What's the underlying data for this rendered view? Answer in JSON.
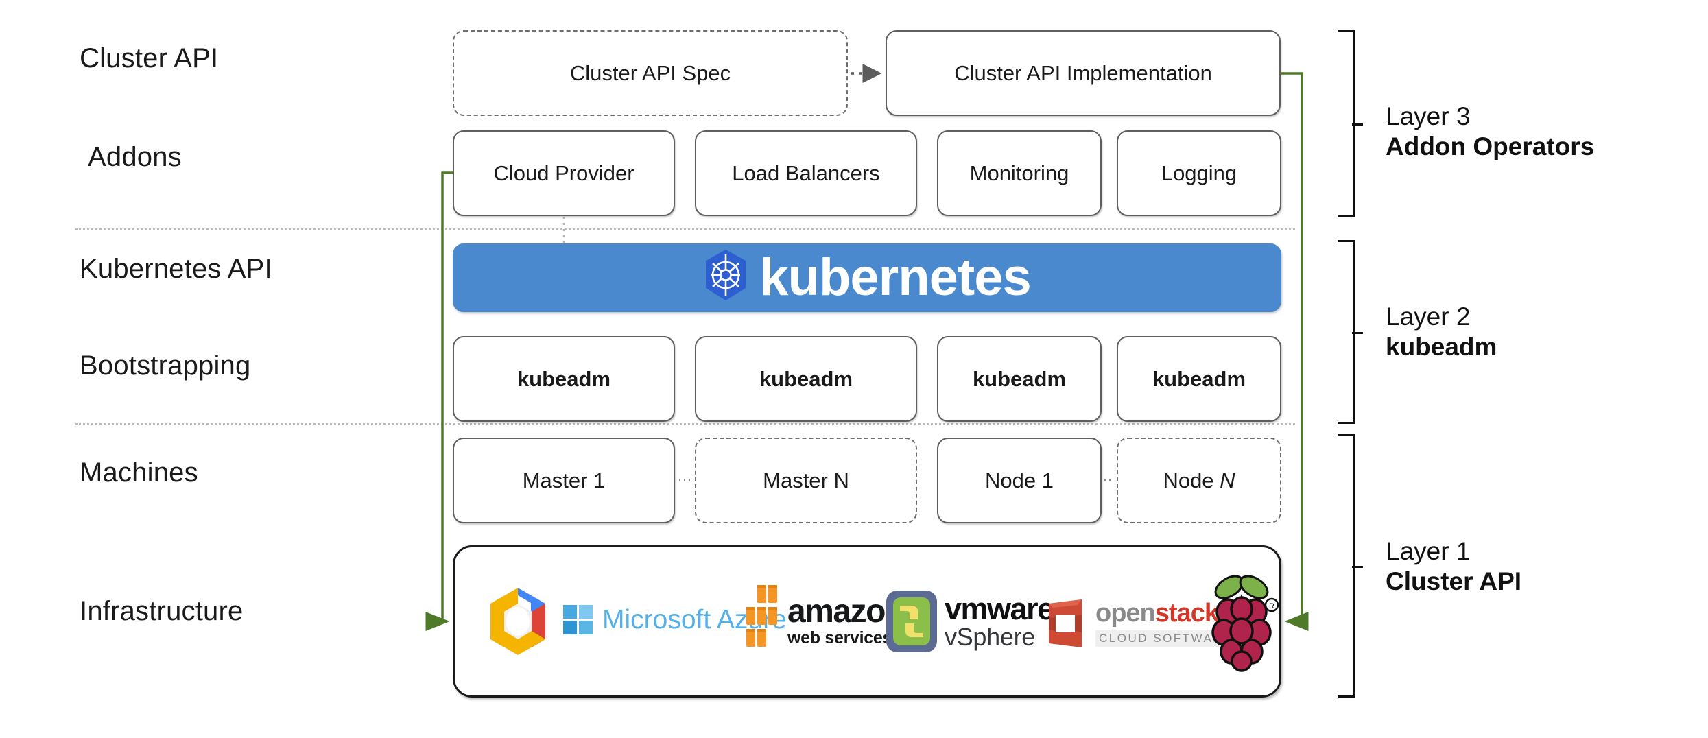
{
  "diagram": {
    "title": "Kubernetes Cluster API layered architecture",
    "accent_green": "#4f7a28",
    "k8s_blue": "#4a89ce",
    "separator_color": "#b9b9b9"
  },
  "row_labels": [
    {
      "id": "cluster-api",
      "text": "Cluster API"
    },
    {
      "id": "addons",
      "text": "Addons"
    },
    {
      "id": "kubernetes-api",
      "text": "Kubernetes API"
    },
    {
      "id": "bootstrapping",
      "text": "Bootstrapping"
    },
    {
      "id": "machines",
      "text": "Machines"
    },
    {
      "id": "infrastructure",
      "text": "Infrastructure"
    }
  ],
  "cluster_api_row": {
    "spec": {
      "label": "Cluster API Spec",
      "style": "dashed"
    },
    "implementation": {
      "label": "Cluster API Implementation",
      "style": "solid"
    },
    "connector": "dotted-arrow-right"
  },
  "addons_row": [
    {
      "label": "Cloud Provider"
    },
    {
      "label": "Load Balancers"
    },
    {
      "label": "Monitoring"
    },
    {
      "label": "Logging"
    }
  ],
  "kubernetes_row": {
    "wordmark": "kubernetes",
    "icon": "kubernetes-helm-wheel-icon"
  },
  "bootstrapping_row": [
    {
      "label": "kubeadm"
    },
    {
      "label": "kubeadm"
    },
    {
      "label": "kubeadm"
    },
    {
      "label": "kubeadm"
    }
  ],
  "machines_row": [
    {
      "label": "Master 1",
      "style": "solid",
      "italic_suffix": false
    },
    {
      "label": "Master N",
      "style": "dashed",
      "italic_suffix": false
    },
    {
      "label": "Node 1",
      "style": "solid",
      "italic_suffix": false
    },
    {
      "label": "Node N",
      "style": "dashed",
      "italic_suffix": true
    }
  ],
  "infrastructure_row": {
    "providers": [
      {
        "name": "google-cloud-platform-logo",
        "label": ""
      },
      {
        "name": "microsoft-azure-logo",
        "label": "Microsoft Azure"
      },
      {
        "name": "amazon-web-services-logo",
        "label": "amazon",
        "sublabel": "web services"
      },
      {
        "name": "vmware-vsphere-logo",
        "label": "vmware",
        "sublabel": "vSphere"
      },
      {
        "name": "openstack-logo",
        "label": "openstack",
        "sublabel": "CLOUD SOFTWARE"
      },
      {
        "name": "raspberry-pi-logo",
        "label": ""
      }
    ]
  },
  "layers": [
    {
      "id": "layer-3",
      "number": "Layer 3",
      "name": "Addon Operators"
    },
    {
      "id": "layer-2",
      "number": "Layer 2",
      "name": "kubeadm"
    },
    {
      "id": "layer-1",
      "number": "Layer 1",
      "name": "Cluster API"
    }
  ]
}
